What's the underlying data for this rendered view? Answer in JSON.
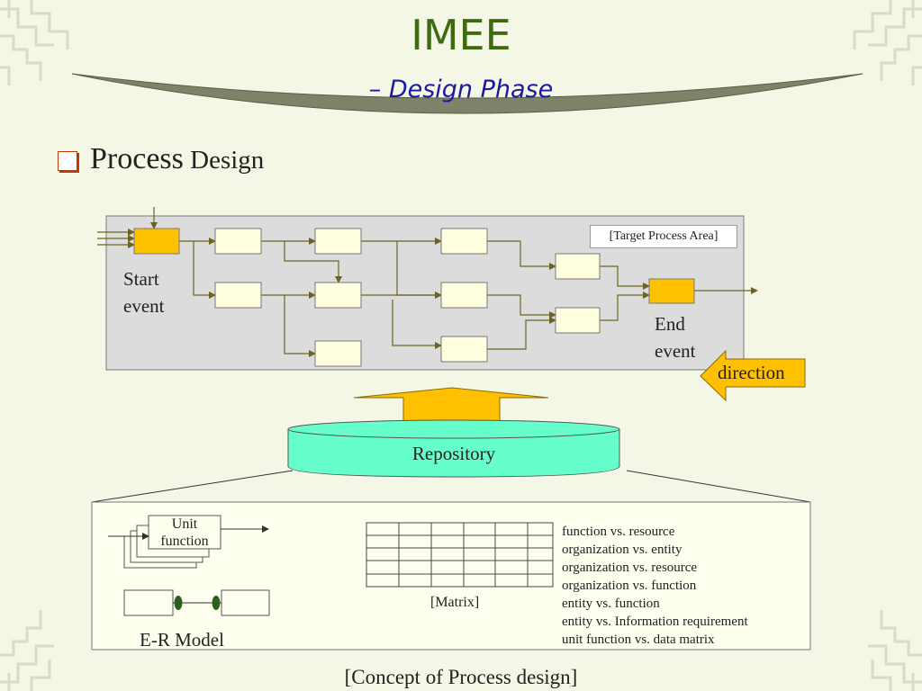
{
  "slide": {
    "title": "IMEE",
    "subtitle": "– Design Phase",
    "heading_big": "Process",
    "heading_small": " Design"
  },
  "process_diagram": {
    "target_label": "[Target Process Area]",
    "start_line1": "Start",
    "start_line2": "event",
    "end_line1": "End",
    "end_line2": "event",
    "direction_label": "direction"
  },
  "repository": {
    "label": "Repository"
  },
  "concept_panel": {
    "unit_function_line1": "Unit",
    "unit_function_line2": "function",
    "er_model_label": "E-R Model",
    "matrix_label": "[Matrix]",
    "matrix_items": [
      "function vs. resource",
      "organization vs. entity",
      "organization vs. resource",
      "organization vs. function",
      "entity vs. function",
      "entity vs. Information requirement",
      "unit function vs. data matrix"
    ]
  },
  "caption": "[Concept of Process design]",
  "colors": {
    "title_green": "#3f6b10",
    "subtitle_blue": "#1a1aa0",
    "event_fill": "#ffc000",
    "box_fill": "#ffffe0",
    "line_olive": "#6b6420",
    "repository_fill": "#66ffcc",
    "panel_fill": "#fffff0",
    "process_area_fill": "#dcdcdc"
  }
}
